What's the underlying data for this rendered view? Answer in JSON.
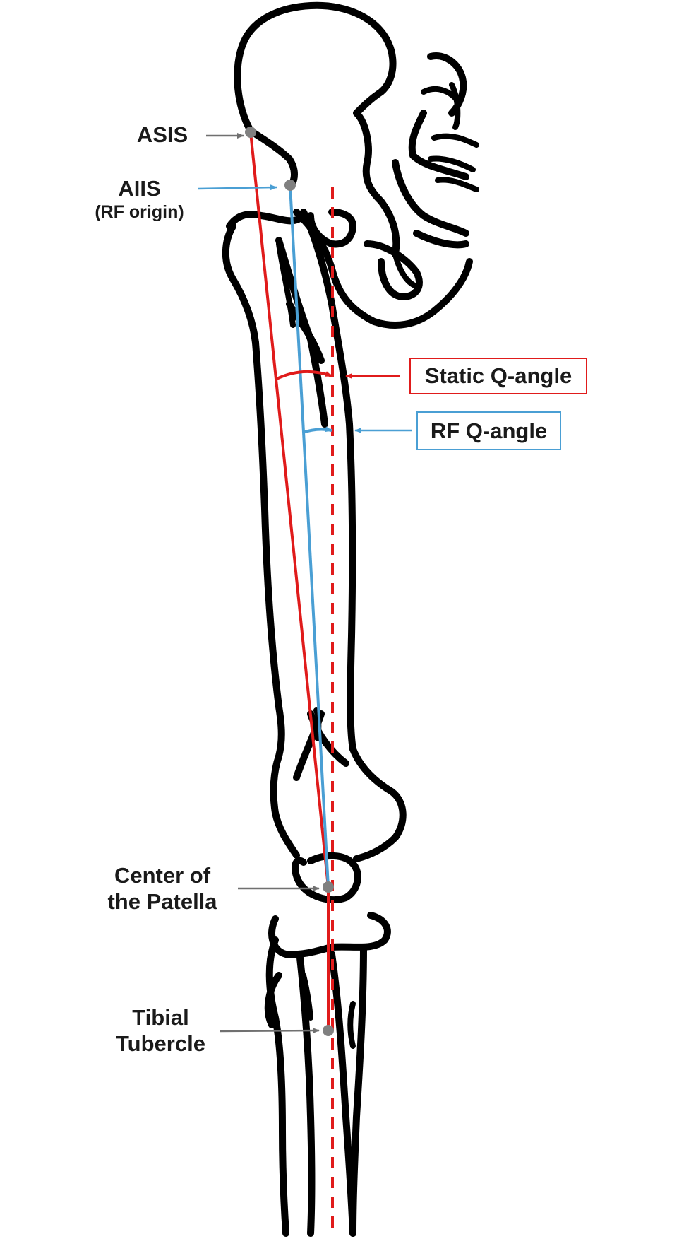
{
  "labels": {
    "asis": "ASIS",
    "aiis": "AIIS",
    "aiis_sub": "(RF origin)",
    "patella_line1": "Center of",
    "patella_line2": "the Patella",
    "tibial_line1": "Tibial",
    "tibial_line2": "Tubercle",
    "static_q_angle": "Static Q-angle",
    "rf_q_angle": "RF Q-angle"
  },
  "colors": {
    "static_line": "#e01b1b",
    "rf_line": "#4a9fd4",
    "pointer_gray": "#707070",
    "landmark_dot": "#808080",
    "outline": "#000000"
  }
}
